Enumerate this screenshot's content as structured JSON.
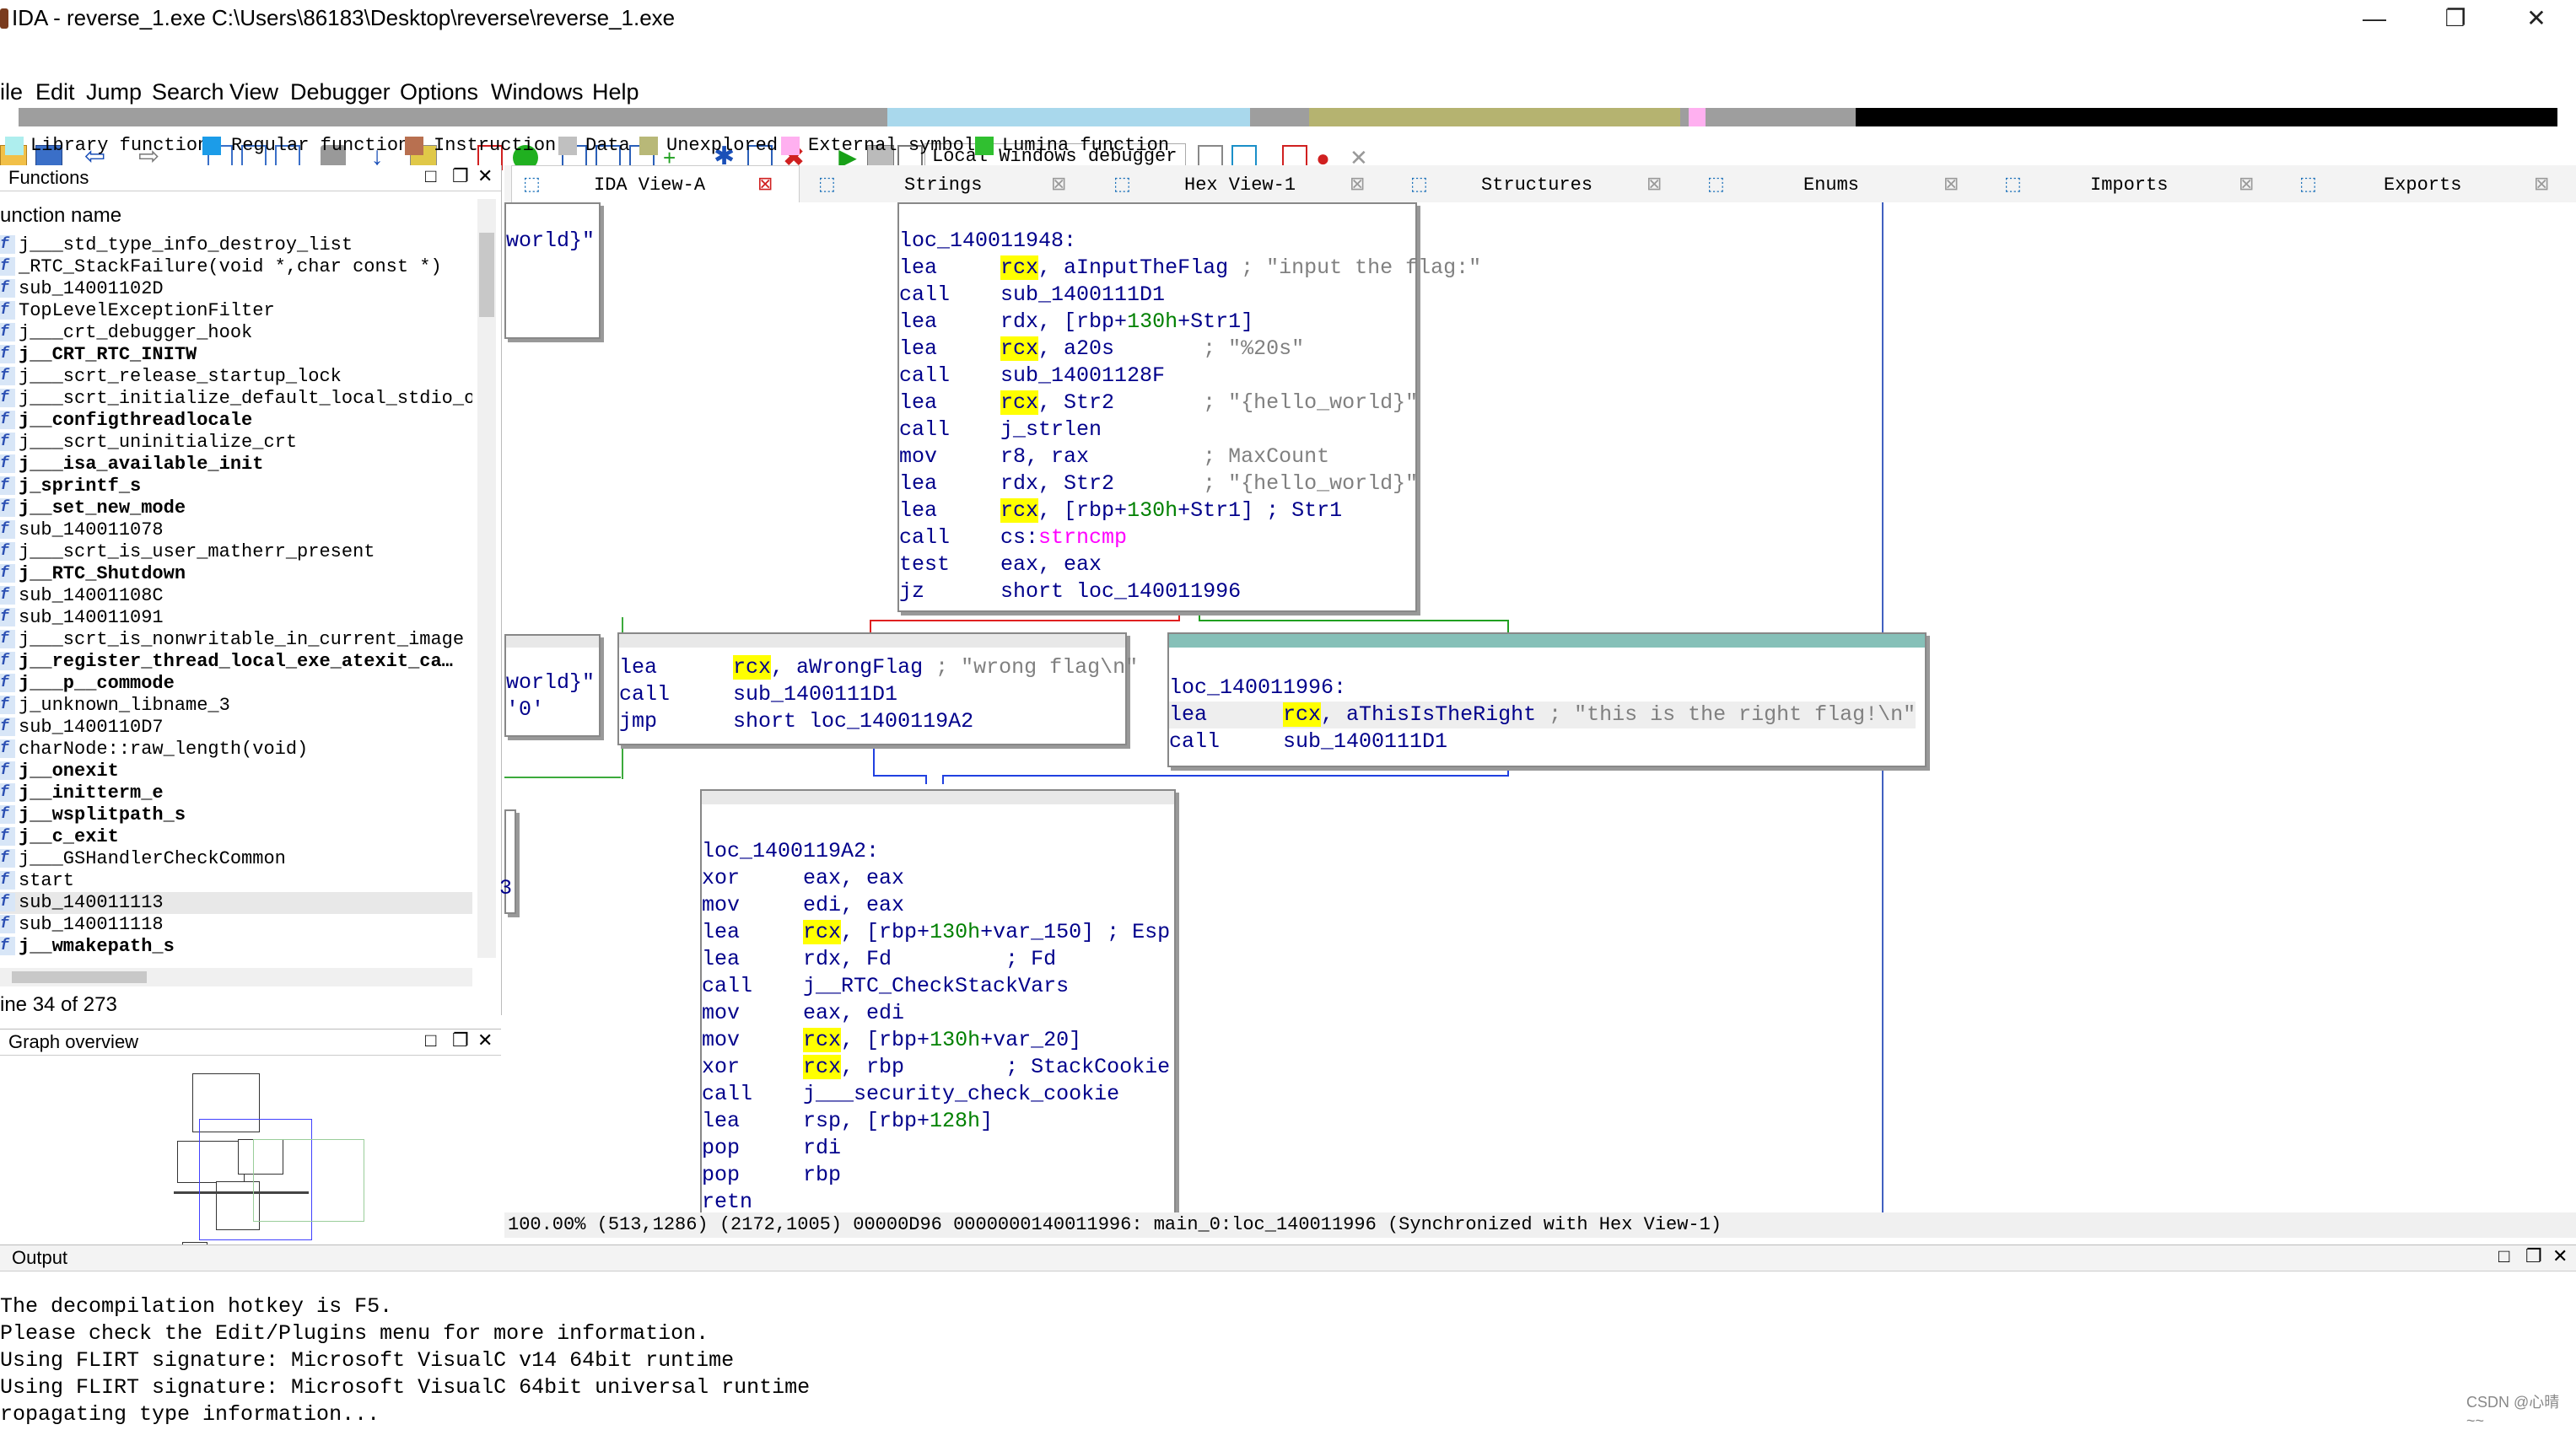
{
  "window": {
    "title": "IDA - reverse_1.exe C:\\Users\\86183\\Desktop\\reverse\\reverse_1.exe",
    "minimize": "—",
    "maximize": "❐",
    "close": "✕"
  },
  "menu": [
    "ile",
    "Edit",
    "Jump",
    "Search",
    "View",
    "Debugger",
    "Options",
    "Windows",
    "Help"
  ],
  "toolbar": {
    "debugger": "Local Windows debugger"
  },
  "legend": [
    {
      "label": "Library function",
      "color": "#aeeeee"
    },
    {
      "label": "Regular function",
      "color": "#1c9ce8"
    },
    {
      "label": "Instruction",
      "color": "#b87050"
    },
    {
      "label": "Data",
      "color": "#c0c0c0"
    },
    {
      "label": "Unexplored",
      "color": "#b8b878"
    },
    {
      "label": "External symbol",
      "color": "#ffb0f0"
    },
    {
      "label": "Lumina function",
      "color": "#30c030"
    }
  ],
  "functions": {
    "title": "Functions",
    "column": "unction name",
    "status": "ine 34 of 273",
    "items": [
      "j___std_type_info_destroy_list",
      "_RTC_StackFailure(void *,char const *)",
      "sub_14001102D",
      "TopLevelExceptionFilter",
      "j___crt_debugger_hook",
      "j__CRT_RTC_INITW",
      "j___scrt_release_startup_lock",
      "j___scrt_initialize_default_local_stdio_op…",
      "j__configthreadlocale",
      "j___scrt_uninitialize_crt",
      "j___isa_available_init",
      "j_sprintf_s",
      "j__set_new_mode",
      "sub_140011078",
      "j___scrt_is_user_matherr_present",
      "j__RTC_Shutdown",
      "sub_14001108C",
      "sub_140011091",
      "j___scrt_is_nonwritable_in_current_image",
      "j__register_thread_local_exe_atexit_ca…",
      "j___p__commode",
      "j_unknown_libname_3",
      "sub_1400110D7",
      "charNode::raw_length(void)",
      "j__onexit",
      "j__initterm_e",
      "j__wsplitpath_s",
      "j__c_exit",
      "j___GSHandlerCheckCommon",
      "start",
      "sub_140011113",
      "sub_140011118",
      "j__wmakepath_s"
    ]
  },
  "graph_overview": {
    "title": "Graph overview"
  },
  "tabs": [
    "IDA View-A",
    "Strings",
    "Hex View-1",
    "Structures",
    "Enums",
    "Imports",
    "Exports"
  ],
  "asm": {
    "left_stub_1": "world}\"",
    "left_stub_2a": "world}\"",
    "left_stub_2b": "'0'",
    "left_stub_3": "3",
    "node_main": {
      "label": "loc_140011948:",
      "lines": [
        {
          "m": "lea",
          "a": "rcx",
          "b": ", aInputTheFlag",
          "c": " ; \"input the flag:\""
        },
        {
          "m": "call",
          "a": "",
          "b": "sub_1400111D1",
          "c": ""
        },
        {
          "m": "lea",
          "a": "",
          "b": "rdx, [rbp+130h+Str1]",
          "c": ""
        },
        {
          "m": "lea",
          "a": "rcx",
          "b": ", a20s",
          "c": "       ; \"%20s\""
        },
        {
          "m": "call",
          "a": "",
          "b": "sub_14001128F",
          "c": ""
        },
        {
          "m": "lea",
          "a": "rcx",
          "b": ", Str2",
          "c": "       ; \"{hello_world}\""
        },
        {
          "m": "call",
          "a": "",
          "b": "j_strlen",
          "c": ""
        },
        {
          "m": "mov",
          "a": "",
          "b": "r8, rax",
          "c": "         ; MaxCount"
        },
        {
          "m": "lea",
          "a": "",
          "b": "rdx, Str2",
          "c": "       ; \"{hello_world}\""
        },
        {
          "m": "lea",
          "a": "rcx",
          "b": ", [rbp+130h+Str1] ; Str1",
          "c": ""
        },
        {
          "m": "call",
          "a": "",
          "b": "cs:strncmp",
          "c": ""
        },
        {
          "m": "test",
          "a": "",
          "b": "eax, eax",
          "c": ""
        },
        {
          "m": "jz",
          "a": "",
          "b": "short loc_140011996",
          "c": ""
        }
      ]
    },
    "node_wrong": {
      "l1m": "lea",
      "l1a": "rcx",
      "l1b": ", aWrongFlag",
      "l1c": " ; \"wrong flag\\n\"",
      "l2m": "call",
      "l2b": "sub_1400111D1",
      "l3m": "jmp",
      "l3b": "short loc_1400119A2"
    },
    "node_right": {
      "label": "loc_140011996:",
      "l1m": "lea",
      "l1a": "rcx",
      "l1b": ", aThisIsTheRight",
      "l1c": " ; \"this is the right flag!\\n\"",
      "l2m": "call",
      "l2b": "sub_1400111D1"
    },
    "node_end": {
      "label": "loc_1400119A2:",
      "lines": [
        "xor     eax, eax",
        "mov     edi, eax",
        "lea     rcx, [rbp+130h+var_150] ; Esp",
        "lea     rdx, Fd         ; Fd",
        "call    j__RTC_CheckStackVars",
        "mov     eax, edi",
        "mov     rcx, [rbp+130h+var_20]",
        "xor     rcx, rbp        ; StackCookie",
        "call    j___security_check_cookie",
        "lea     rsp, [rbp+128h]",
        "pop     rdi",
        "pop     rbp",
        "retn"
      ]
    }
  },
  "graph_status": "100.00% (513,1286) (2172,1005) 00000D96 0000000140011996: main_0:loc_140011996 (Synchronized with Hex View-1)",
  "output": {
    "title": "Output",
    "lines": [
      " The decompilation hotkey is F5.",
      " Please check the Edit/Plugins menu for more information.",
      "Using FLIRT signature: Microsoft VisualC v14 64bit runtime",
      "Using FLIRT signature: Microsoft VisualC 64bit universal runtime",
      "ropagating type information..."
    ],
    "watermark": "CSDN @心晴~~"
  }
}
